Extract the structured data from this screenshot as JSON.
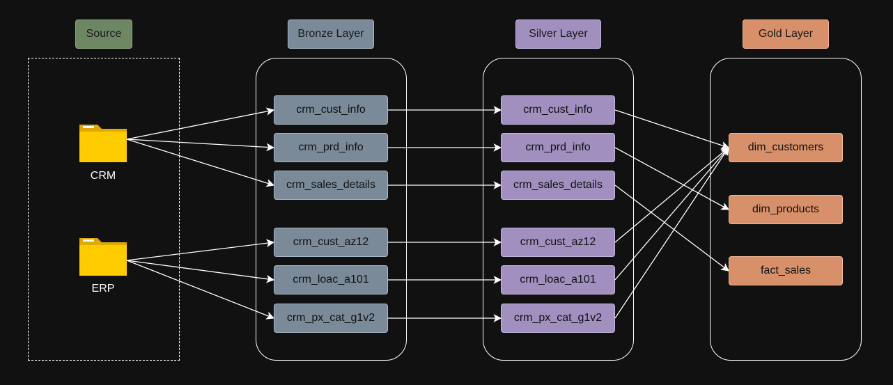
{
  "colors": {
    "background": "#111111",
    "source": "#6d8764",
    "bronze": "#7a8a99",
    "silver": "#a08fbf",
    "gold": "#d8906a",
    "edge": "#ffffff"
  },
  "headers": {
    "source": "Source",
    "bronze": "Bronze Layer",
    "silver": "Silver Layer",
    "gold": "Gold Layer"
  },
  "sources": [
    {
      "id": "crm",
      "label": "CRM",
      "icon": "folder-icon"
    },
    {
      "id": "erp",
      "label": "ERP",
      "icon": "folder-icon"
    }
  ],
  "bronze": [
    "crm_cust_info",
    "crm_prd_info",
    "crm_sales_details",
    "crm_cust_az12",
    "crm_loac_a101",
    "crm_px_cat_g1v2"
  ],
  "silver": [
    "crm_cust_info",
    "crm_prd_info",
    "crm_sales_details",
    "crm_cust_az12",
    "crm_loac_a101",
    "crm_px_cat_g1v2"
  ],
  "gold": [
    "dim_customers",
    "dim_products",
    "fact_sales"
  ],
  "edges": [
    {
      "from": "source:crm",
      "to": "bronze:0"
    },
    {
      "from": "source:crm",
      "to": "bronze:1"
    },
    {
      "from": "source:crm",
      "to": "bronze:2"
    },
    {
      "from": "source:erp",
      "to": "bronze:3"
    },
    {
      "from": "source:erp",
      "to": "bronze:4"
    },
    {
      "from": "source:erp",
      "to": "bronze:5"
    },
    {
      "from": "bronze:0",
      "to": "silver:0"
    },
    {
      "from": "bronze:1",
      "to": "silver:1"
    },
    {
      "from": "bronze:2",
      "to": "silver:2"
    },
    {
      "from": "bronze:3",
      "to": "silver:3"
    },
    {
      "from": "bronze:4",
      "to": "silver:4"
    },
    {
      "from": "bronze:5",
      "to": "silver:5"
    },
    {
      "from": "silver:0",
      "to": "gold:0"
    },
    {
      "from": "silver:1",
      "to": "gold:1"
    },
    {
      "from": "silver:2",
      "to": "gold:2"
    },
    {
      "from": "silver:3",
      "to": "gold:0"
    },
    {
      "from": "silver:4",
      "to": "gold:0"
    },
    {
      "from": "silver:5",
      "to": "gold:0"
    }
  ]
}
